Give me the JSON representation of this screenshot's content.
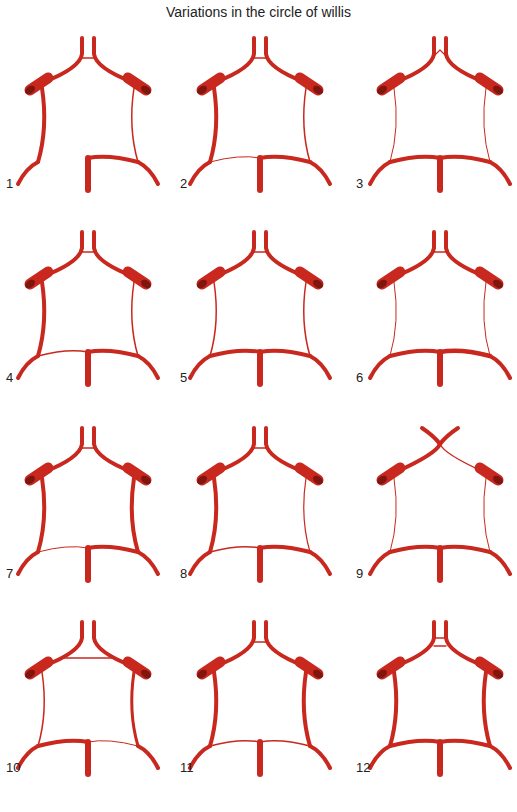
{
  "diagram": {
    "title": "Variations in the circle of willis",
    "labels": [
      "1",
      "2",
      "3",
      "4",
      "5",
      "6",
      "7",
      "8",
      "9",
      "10",
      "11",
      "12"
    ]
  }
}
